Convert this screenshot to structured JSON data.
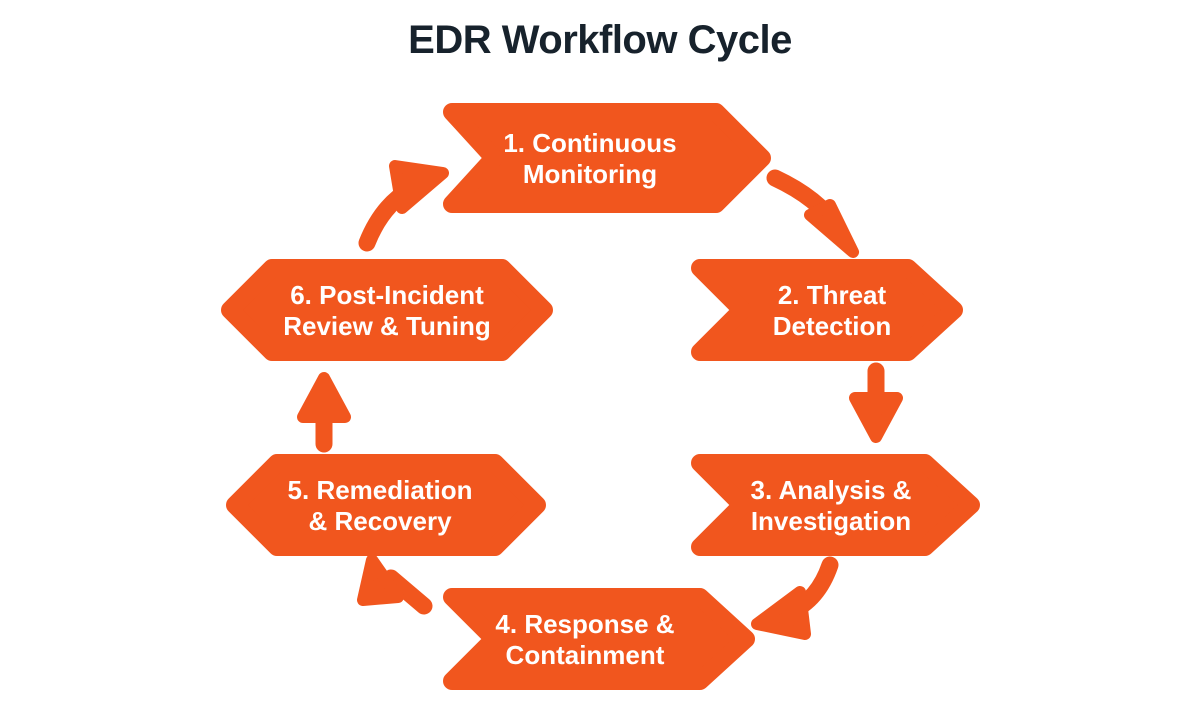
{
  "diagram": {
    "title": "EDR Workflow Cycle",
    "type": "cycle-flowchart",
    "title_color": "#17222c",
    "accent_color": "#f1561e",
    "background_color": "#ffffff",
    "label_color": "#ffffff",
    "steps": [
      {
        "id": "step-1",
        "number": "1.",
        "label": "1. Continuous\nMonitoring",
        "position": "top",
        "shape": "chevron-notched-right-point"
      },
      {
        "id": "step-2",
        "number": "2.",
        "label": "2. Threat\nDetection",
        "position": "right-upper",
        "shape": "chevron-notched-right-point"
      },
      {
        "id": "step-3",
        "number": "3.",
        "label": "3. Analysis &\nInvestigation",
        "position": "right-lower",
        "shape": "chevron-notched-right-point"
      },
      {
        "id": "step-4",
        "number": "4.",
        "label": "4. Response &\nContainment",
        "position": "bottom",
        "shape": "chevron-notched-right-point"
      },
      {
        "id": "step-5",
        "number": "5.",
        "label": "5. Remediation\n& Recovery",
        "position": "left-lower",
        "shape": "hexagon-double-point"
      },
      {
        "id": "step-6",
        "number": "6.",
        "label": "6. Post-Incident\nReview & Tuning",
        "position": "left-upper",
        "shape": "hexagon-double-point"
      }
    ],
    "connectors": [
      {
        "id": "arrow-1-to-2",
        "from": "step-1",
        "to": "step-2",
        "style": "curved",
        "direction": "down-right"
      },
      {
        "id": "arrow-2-to-3",
        "from": "step-2",
        "to": "step-3",
        "style": "straight",
        "direction": "down"
      },
      {
        "id": "arrow-3-to-4",
        "from": "step-3",
        "to": "step-4",
        "style": "curved",
        "direction": "down-left"
      },
      {
        "id": "arrow-4-to-5",
        "from": "step-4",
        "to": "step-5",
        "style": "straight",
        "direction": "up-left"
      },
      {
        "id": "arrow-5-to-6",
        "from": "step-5",
        "to": "step-6",
        "style": "straight",
        "direction": "up"
      },
      {
        "id": "arrow-6-to-1",
        "from": "step-6",
        "to": "step-1",
        "style": "curved",
        "direction": "up-right"
      }
    ]
  },
  "chart_data": {
    "type": "diagram",
    "title": "EDR Workflow Cycle",
    "categories": [
      "1. Continuous Monitoring",
      "2. Threat Detection",
      "3. Analysis & Investigation",
      "4. Response & Containment",
      "5. Remediation & Recovery",
      "6. Post-Incident Review & Tuning"
    ],
    "flow": "1 → 2 → 3 → 4 → 5 → 6 → 1",
    "legend": []
  }
}
